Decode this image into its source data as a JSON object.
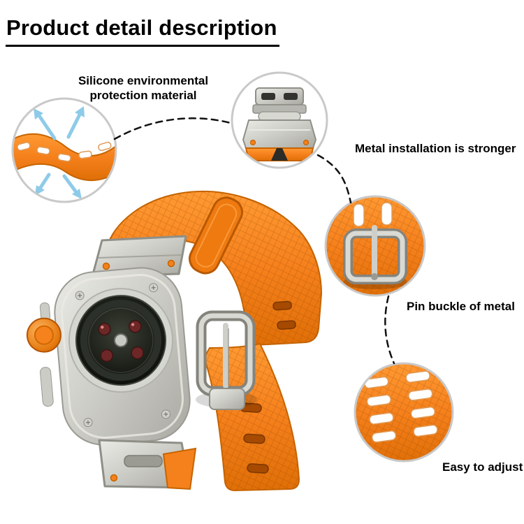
{
  "page": {
    "title": "Product detail description"
  },
  "callouts": {
    "material_line1": "Silicone environmental",
    "material_line2": "protection material",
    "installation": "Metal installation is stronger",
    "buckle": "Pin buckle of metal",
    "adjust": "Easy to adjust"
  },
  "icons": {
    "arrows": "flex-breathable-arrows-icon"
  },
  "colors": {
    "band_orange": "#f5811c",
    "band_orange_dark": "#c66400",
    "slot_brown": "#a54a00",
    "titanium": "#c9c9c3",
    "titanium_dark": "#8f8f88",
    "arrow_blue": "#8ecbe9",
    "circle_border": "#c9c9c9",
    "line_black": "#111111",
    "text": "#000000"
  }
}
